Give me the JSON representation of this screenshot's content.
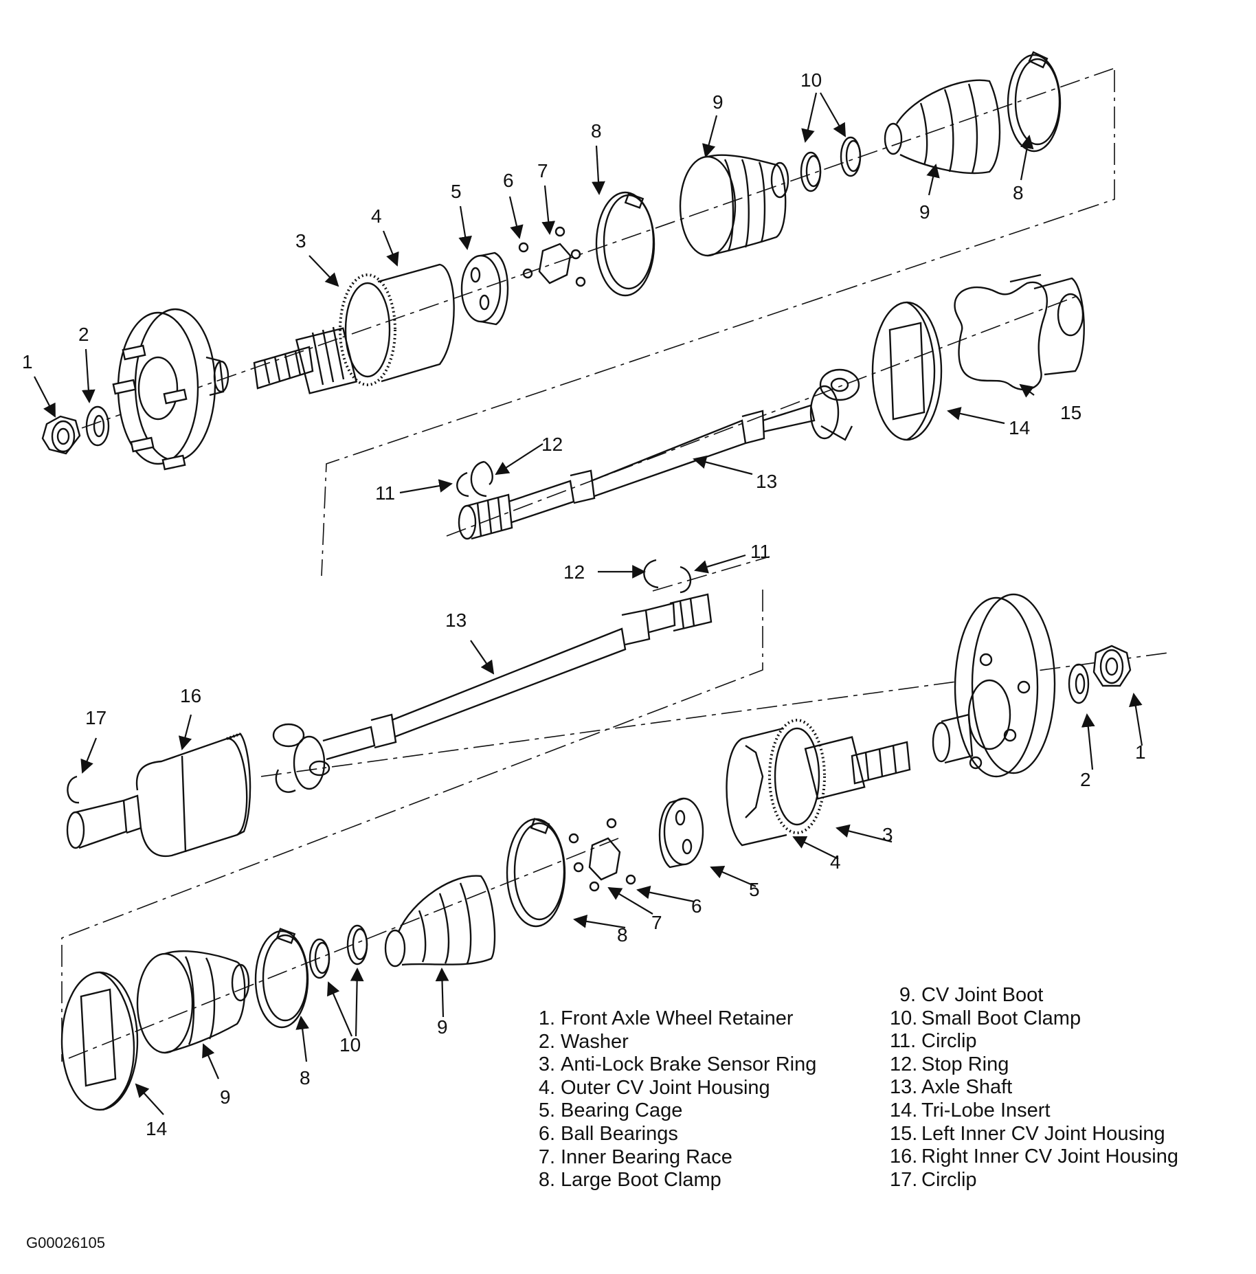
{
  "figure_id": "G00026105",
  "legend": [
    {
      "num": "1.",
      "label": "Front Axle Wheel Retainer"
    },
    {
      "num": "2.",
      "label": "Washer"
    },
    {
      "num": "3.",
      "label": "Anti-Lock Brake Sensor Ring"
    },
    {
      "num": "4.",
      "label": "Outer CV Joint Housing"
    },
    {
      "num": "5.",
      "label": "Bearing Cage"
    },
    {
      "num": "6.",
      "label": "Ball Bearings"
    },
    {
      "num": "7.",
      "label": "Inner Bearing Race"
    },
    {
      "num": "8.",
      "label": "Large Boot Clamp"
    },
    {
      "num": "9.",
      "label": "CV Joint Boot"
    },
    {
      "num": "10.",
      "label": "Small Boot Clamp"
    },
    {
      "num": "11.",
      "label": "Circlip"
    },
    {
      "num": "12.",
      "label": "Stop Ring"
    },
    {
      "num": "13.",
      "label": "Axle Shaft"
    },
    {
      "num": "14.",
      "label": "Tri-Lobe Insert"
    },
    {
      "num": "15.",
      "label": "Left Inner CV Joint Housing"
    },
    {
      "num": "16.",
      "label": "Right Inner CV Joint Housing"
    },
    {
      "num": "17.",
      "label": "Circlip"
    }
  ],
  "callouts": [
    "1",
    "2",
    "3",
    "4",
    "5",
    "6",
    "7",
    "8",
    "9",
    "10",
    "11",
    "12",
    "13",
    "14",
    "15",
    "16",
    "17"
  ]
}
